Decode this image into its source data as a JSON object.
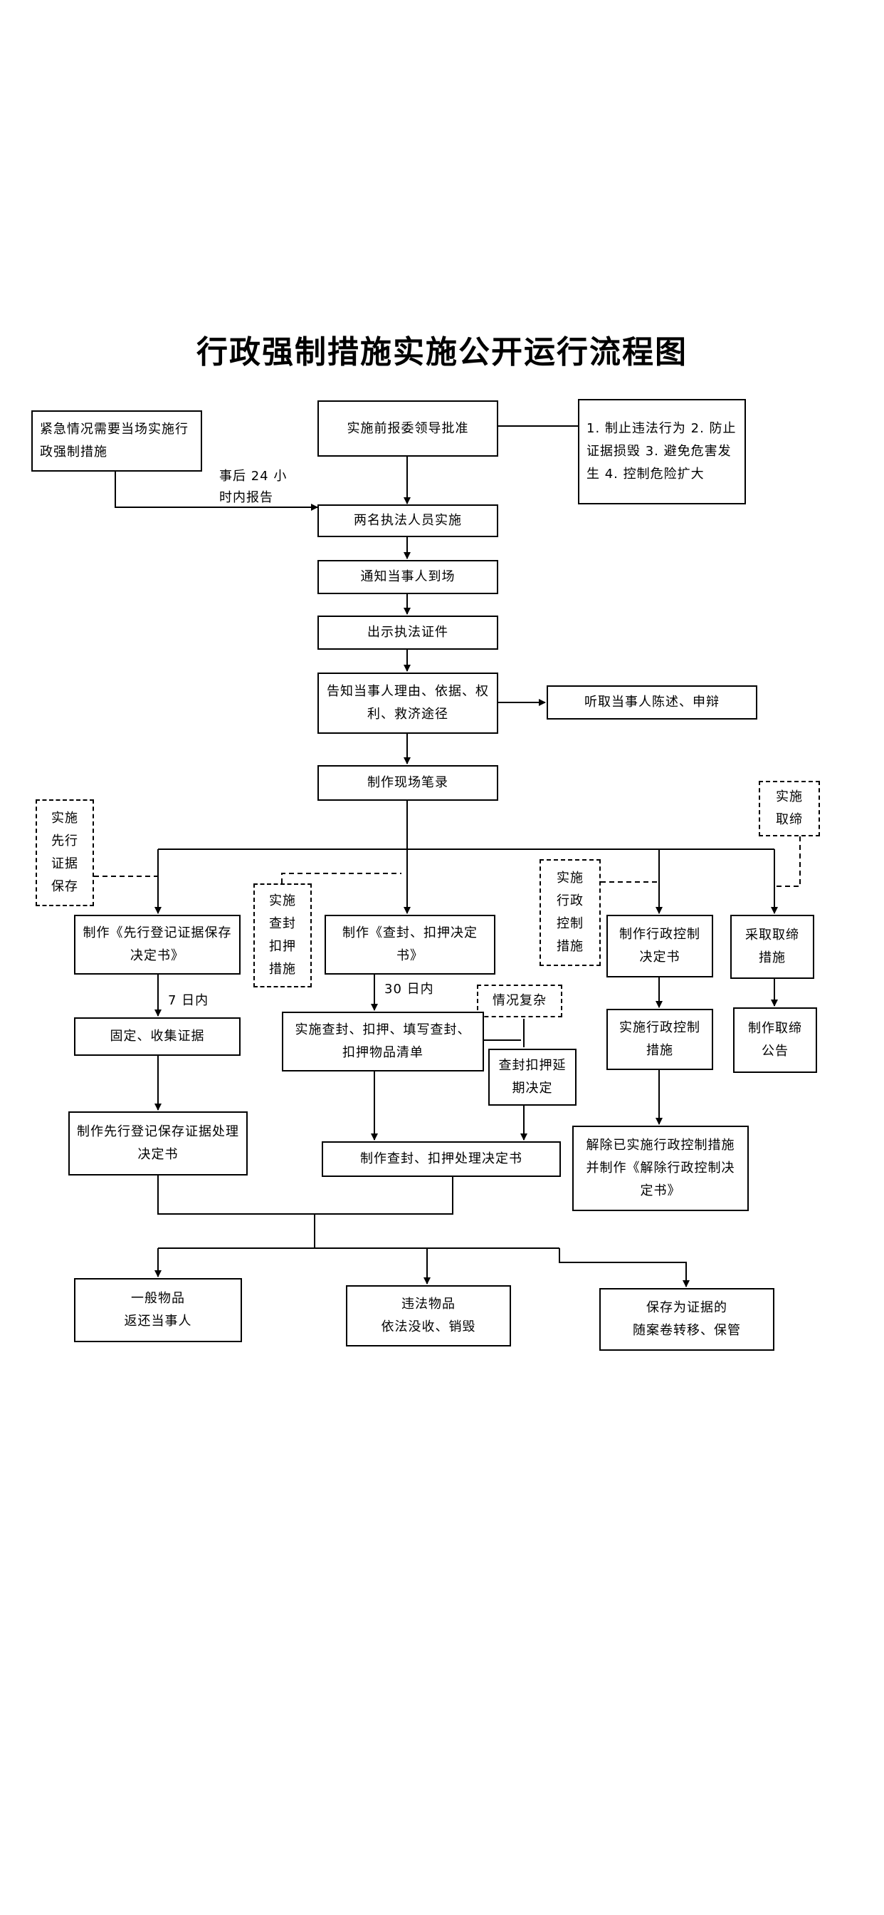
{
  "title": "行政强制措施实施公开运行流程图",
  "nodes": {
    "emergency": "紧急情况需要当场实施行政强制措施",
    "approval": "实施前报委领导批准",
    "purpose": "1. 制止违法行为 2. 防止证据损毁 3. 避免危害发生 4. 控制危险扩大",
    "two_officers": "两名执法人员实施",
    "notify": "通知当事人到场",
    "show_cert": "出示执法证件",
    "inform": "告知当事人理由、依据、权利、救济途径",
    "listen": "听取当事人陈述、申辩",
    "record": "制作现场笔录",
    "tag_preserve": "实施\n先行\n证据\n保存",
    "tag_seal": "实施\n查封\n扣押\n措施",
    "tag_admin_control": "实施\n行政\n控制\n措施",
    "tag_ban": "实施\n取缔",
    "make_preserve_decision": "制作《先行登记证据保存决定书》",
    "make_seal_decision": "制作《查封、扣押决定书》",
    "make_control_decision": "制作行政控制决定书",
    "take_ban": "采取取缔措施",
    "fix_evidence": "固定、收集证据",
    "execute_seal": "实施查封、扣押、填写查封、扣押物品清单",
    "complex_case": "情况复杂",
    "extend_decision": "查封扣押延期决定",
    "execute_control": "实施行政控制措施",
    "ban_notice": "制作取缔公告",
    "preserve_result": "制作先行登记保存证据处理决定书",
    "seal_result": "制作查封、扣押处理决定书",
    "lift_control": "解除已实施行政控制措施并制作《解除行政控制决定书》",
    "general_items": "一般物品\n返还当事人",
    "illegal_items": "违法物品\n依法没收、销毁",
    "evidence_items": "保存为证据的\n随案卷转移、保管"
  },
  "labels": {
    "after_24h": "事后 24 小\n时内报告",
    "within_7": "7 日内",
    "within_30": "30 日内"
  }
}
